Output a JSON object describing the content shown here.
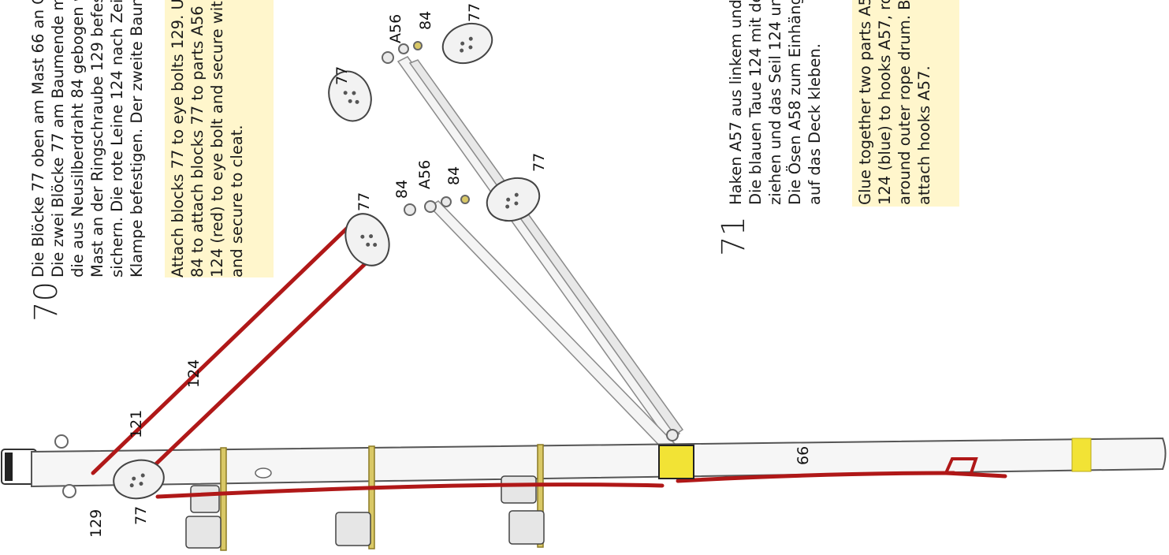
{
  "step70": {
    "number": "70",
    "german": [
      "Die Blöcke 77 oben am Mast 66 an G",
      "Die zwei Blöcke 77 am Baumende mi",
      "die aus Neusilberdraht 84 gebogen w",
      "Mast an der Ringschraube 129 befes",
      "sichern. Die rote Leine 124 nach Zeic",
      "Klampe befestigen. Der zweite Baum"
    ],
    "english": [
      "Attach blocks 77 to eye bolts 129. U",
      "84 to attach blocks 77 to parts A56",
      "124 (red) to eye bolt and secure with",
      "and secure to cleat."
    ]
  },
  "step71": {
    "number": "71",
    "german": [
      "Haken A57 aus linkem und",
      "Die blauen Taue 124 mit de",
      "ziehen und das Seil 124 um",
      "Die Ösen A58 zum Einhäng",
      "auf das Deck kleben."
    ],
    "english": [
      "Glue together two parts A5",
      "124 (blue) to hooks A57, ro",
      "around outer rope drum. Be",
      "attach hooks A57."
    ]
  },
  "labels": {
    "block_top_left": "77",
    "fitting_top": "A56",
    "wire_top": "84",
    "block_top_right": "77",
    "block_mid_left": "77",
    "wire_mid_left": "84",
    "fitting_mid": "A56",
    "wire_mid_right": "84",
    "block_mid_right": "77",
    "line_red": "124",
    "part_121": "121",
    "eye_bolt": "129",
    "block_base": "77",
    "mast": "66"
  },
  "colors": {
    "highlight": "#fff6cc",
    "rope_red": "#b01818",
    "brass": "#c9b13c",
    "yellow_band": "#f2e335"
  }
}
